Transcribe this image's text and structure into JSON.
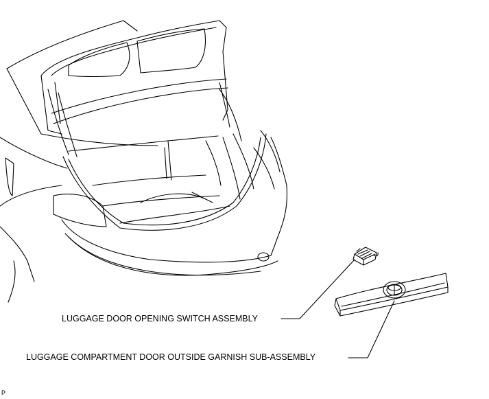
{
  "labels": {
    "switch": "LUGGAGE DOOR OPENING SWITCH ASSEMBLY",
    "garnish": "LUGGAGE COMPARTMENT DOOR OUTSIDE GARNISH SUB-ASSEMBLY",
    "code": "P"
  },
  "colors": {
    "line": "#000000",
    "background": "#ffffff"
  }
}
